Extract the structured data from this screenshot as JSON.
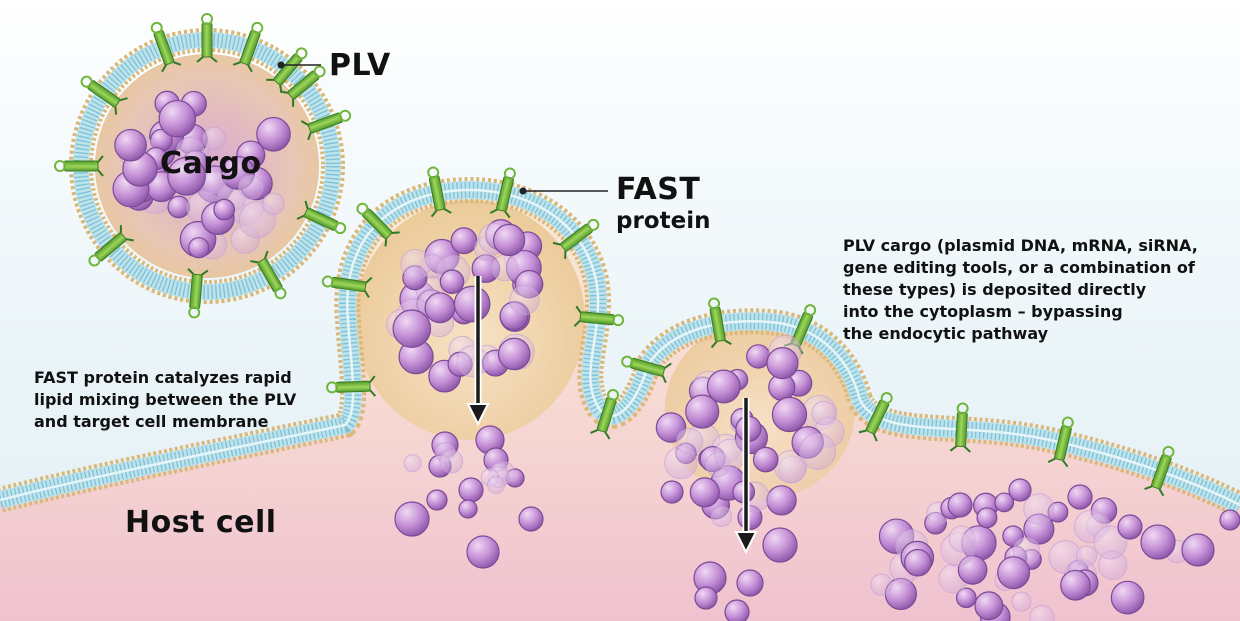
{
  "labels": {
    "plv": "PLV",
    "cargo": "Cargo",
    "fast_title": "FAST",
    "fast_sub": "protein",
    "host_cell": "Host cell"
  },
  "notes": {
    "catalyze": [
      "FAST protein catalyzes rapid",
      "lipid mixing between the PLV",
      "and target cell membrane"
    ],
    "deposit": [
      "PLV cargo (plasmid DNA, mRNA, siRNA,",
      "gene editing tools, or a combination of",
      "these types)  is deposited directly",
      "into the cytoplasm – bypassing",
      "the endocytic pathway"
    ]
  },
  "colors": {
    "membrane_bead": "#d9b87a",
    "membrane_tail": "#7fc3d6",
    "fast_protein": "#7cc242",
    "cargo_sphere": "#b87fcf",
    "cytoplasm_top": "#f9ead6",
    "cytoplasm_bottom": "#f1c2cf",
    "arrow": "#1a1a1a"
  },
  "icons": {
    "membrane": "lipid-bilayer",
    "protein": "fast-protein-channel",
    "cargo": "cargo-sphere",
    "arrow": "down-arrow-icon"
  }
}
